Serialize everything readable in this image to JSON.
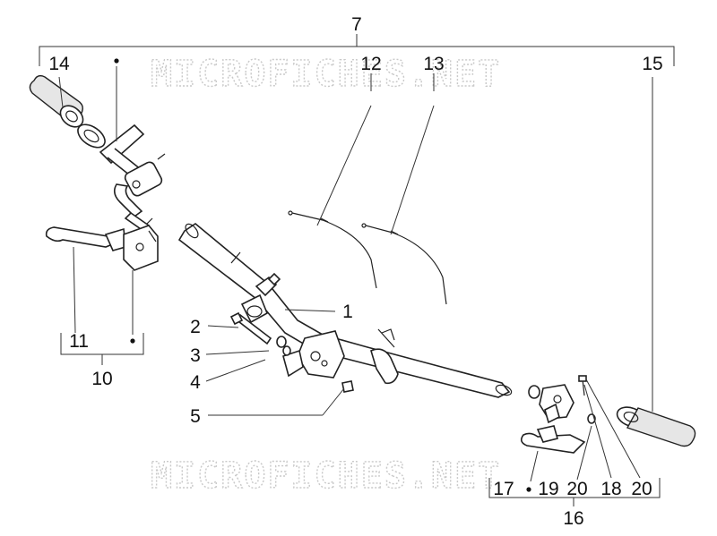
{
  "watermark": "MICROFICHES.NET",
  "callouts": {
    "c1": "1",
    "c2": "2",
    "c3": "3",
    "c4": "4",
    "c5": "5",
    "c7": "7",
    "c10": "10",
    "c11": "11",
    "c12": "12",
    "c13": "13",
    "c14": "14",
    "c15": "15",
    "c16": "16",
    "c17": "17",
    "c18": "18",
    "c19": "19",
    "c20a": "20",
    "c20b": "20"
  }
}
